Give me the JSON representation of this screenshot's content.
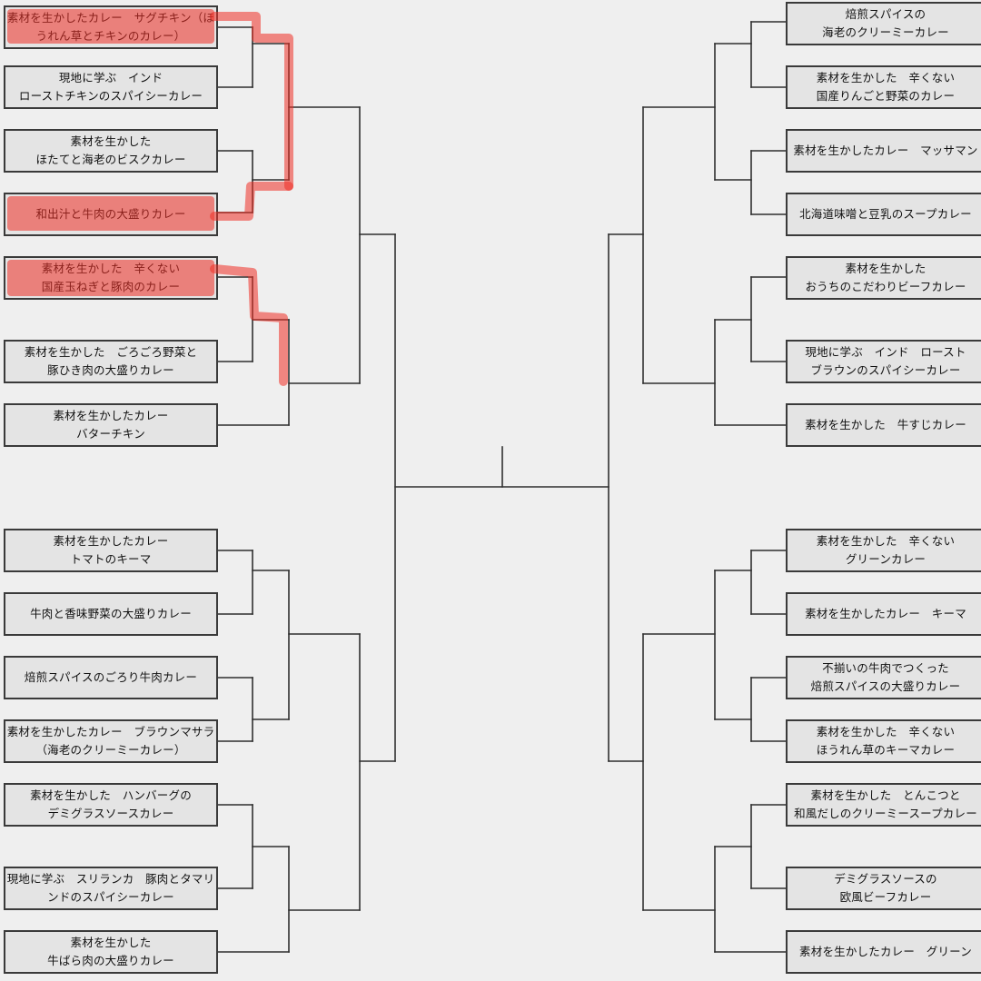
{
  "bracket": {
    "left_top": [
      {
        "line1": "素材を生かしたカレー　サグチキン（ほ",
        "line2": "うれん草とチキンのカレー）"
      },
      {
        "line1": "現地に学ぶ　インド",
        "line2": "ローストチキンのスパイシーカレー"
      },
      {
        "line1": "素材を生かした",
        "line2": "ほたてと海老のビスクカレー"
      },
      {
        "line1": "和出汁と牛肉の大盛りカレー",
        "line2": ""
      },
      {
        "line1": "素材を生かした　辛くない",
        "line2": "国産玉ねぎと豚肉のカレー"
      },
      {
        "line1": "素材を生かした　ごろごろ野菜と",
        "line2": "豚ひき肉の大盛りカレー"
      },
      {
        "line1": "素材を生かしたカレー",
        "line2": "バターチキン"
      }
    ],
    "left_bottom": [
      {
        "line1": "素材を生かしたカレー",
        "line2": "トマトのキーマ"
      },
      {
        "line1": "牛肉と香味野菜の大盛りカレー",
        "line2": ""
      },
      {
        "line1": "焙煎スパイスのごろり牛肉カレー",
        "line2": ""
      },
      {
        "line1": "素材を生かしたカレー　ブラウンマサラ",
        "line2": "（海老のクリーミーカレー）"
      },
      {
        "line1": "素材を生かした　ハンバーグの",
        "line2": "デミグラスソースカレー"
      },
      {
        "line1": "現地に学ぶ　スリランカ　豚肉とタマリ",
        "line2": "ンドのスパイシーカレー"
      },
      {
        "line1": "素材を生かした",
        "line2": "牛ばら肉の大盛りカレー"
      }
    ],
    "right_top": [
      {
        "line1": "焙煎スパイスの",
        "line2": "海老のクリーミーカレー"
      },
      {
        "line1": "素材を生かした　辛くない",
        "line2": "国産りんごと野菜のカレー"
      },
      {
        "line1": "素材を生かしたカレー　マッサマン",
        "line2": ""
      },
      {
        "line1": "北海道味噌と豆乳のスープカレー",
        "line2": ""
      },
      {
        "line1": "素材を生かした",
        "line2": "おうちのこだわりビーフカレー"
      },
      {
        "line1": "現地に学ぶ　インド　ロースト",
        "line2": "ブラウンのスパイシーカレー"
      },
      {
        "line1": "素材を生かした　牛すじカレー",
        "line2": ""
      }
    ],
    "right_bottom": [
      {
        "line1": "素材を生かした　辛くない",
        "line2": "グリーンカレー"
      },
      {
        "line1": "素材を生かしたカレー　キーマ",
        "line2": ""
      },
      {
        "line1": "不揃いの牛肉でつくった",
        "line2": "焙煎スパイスの大盛りカレー"
      },
      {
        "line1": "素材を生かした　辛くない",
        "line2": "ほうれん草のキーマカレー"
      },
      {
        "line1": "素材を生かした　とんこつと",
        "line2": "和風だしのクリーミースープカレー"
      },
      {
        "line1": "デミグラスソースの",
        "line2": "欧風ビーフカレー"
      },
      {
        "line1": "素材を生かしたカレー　グリーン",
        "line2": ""
      }
    ]
  },
  "colors": {
    "line": "#2f2f2f",
    "box_fill": "#e4e4e4",
    "box_border": "#3a3a3a",
    "highlight": "#ee2d24",
    "background": "#efefef"
  }
}
